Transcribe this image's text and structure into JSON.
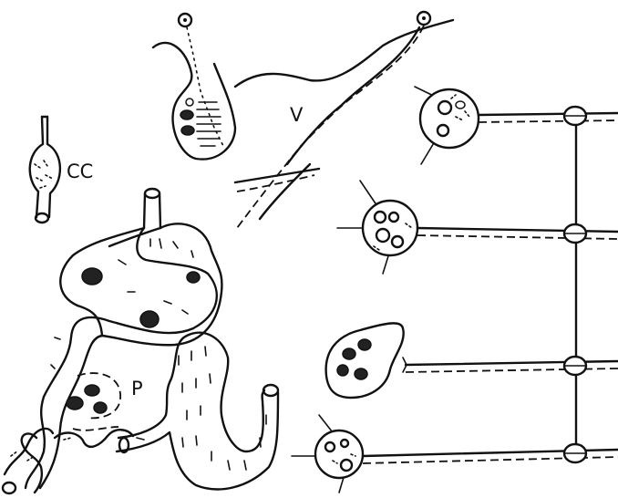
{
  "labels": {
    "cc": "CC",
    "v": "V",
    "p": "P"
  }
}
